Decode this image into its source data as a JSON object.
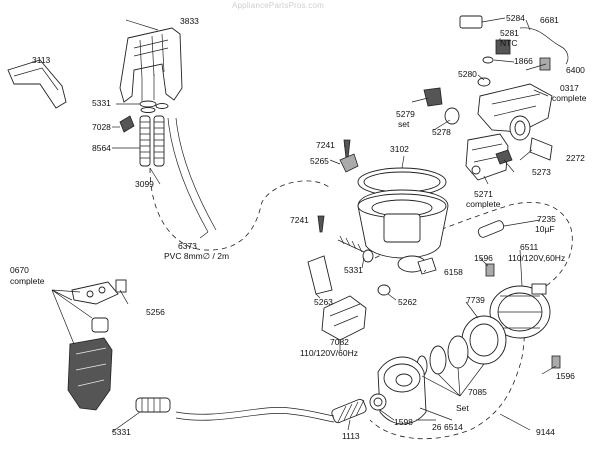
{
  "watermark": "AppliancePartsPros.com",
  "labels": {
    "p3833": "3833",
    "p3113": "3113",
    "p5331a": "5331",
    "p7028": "7028",
    "p8564": "8564",
    "p3099": "3099",
    "p6373a": "6373",
    "p6373b": "PVC 8mm∅ / 2m",
    "p5284": "5284",
    "p6681": "6681",
    "p5281": "5281",
    "pNTC": "NTC",
    "p1866": "1866",
    "p6400": "6400",
    "p5280": "5280",
    "p0317a": "0317",
    "p0317b": "complete",
    "p5279a": "5279",
    "p5279b": "set",
    "p5278": "5278",
    "p7241a": "7241",
    "p5265": "5265",
    "p3102": "3102",
    "p2272": "2272",
    "p5273": "5273",
    "p5271a": "5271",
    "p5271b": "complete",
    "p7241b": "7241",
    "p7235a": "7235",
    "p7235b": "10µF",
    "p6511a": "6511",
    "p6511b": "110/120V,60Hz",
    "p1596a": "1596",
    "p6158": "6158",
    "p5331b": "5331",
    "p0670a": "0670",
    "p0670b": "complete",
    "p5256": "5256",
    "p5263": "5263",
    "p5262": "5262",
    "p7739": "7739",
    "p7082a": "7082",
    "p7082b": "110/120V/60Hz",
    "p1596b": "1596",
    "p7085a": "7085",
    "p7085b": "Set",
    "p5331c": "5331",
    "p1113": "1113",
    "p1598": "1598",
    "p26": "26",
    "p6514": "6514",
    "p9144": "9144"
  }
}
